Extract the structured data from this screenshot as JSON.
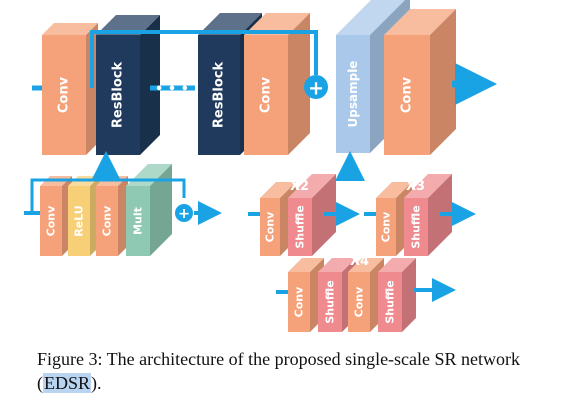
{
  "diagram": {
    "labels": {
      "conv": "Conv",
      "resblock": "ResBlock",
      "upsample": "Upsample",
      "relu": "ReLU",
      "mult": "Mult",
      "shuffle": "Shuffle",
      "plus": "+",
      "ellipsis": "• • •",
      "x2": "X2",
      "x3": "X3",
      "x4": "X4"
    },
    "colors": {
      "conv": "#f5a27a",
      "resblock": "#1f3a5c",
      "upsample": "#a9c8ea",
      "relu": "#f7cf77",
      "mult": "#8fc9b3",
      "shuffle": "#ef8a8f",
      "arrow": "#1aa3e4"
    }
  },
  "caption": {
    "prefix": "Figure 3: The architecture of the proposed single-scale SR network (",
    "highlight": "EDSR",
    "suffix": ")."
  }
}
